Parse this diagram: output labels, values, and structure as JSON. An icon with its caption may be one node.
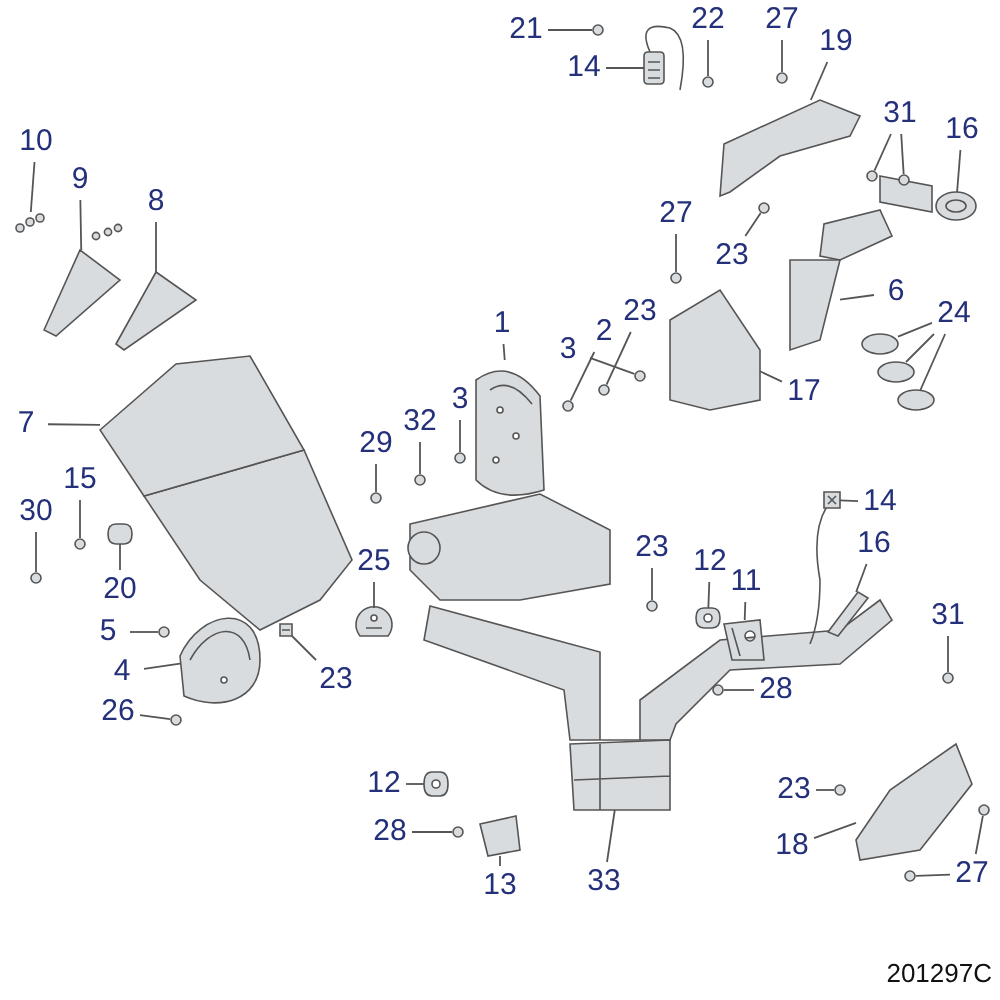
{
  "diagram": {
    "nodes": [
      {
        "text": [
          "21"
        ]
      },
      {
        "text": [
          "22"
        ]
      },
      {
        "text": [
          "27"
        ]
      },
      {
        "text": [
          "19"
        ]
      },
      {
        "text": [
          "14"
        ]
      },
      {
        "text": [
          "10"
        ]
      },
      {
        "text": [
          "31"
        ]
      },
      {
        "text": [
          "16"
        ]
      },
      {
        "text": [
          "9"
        ]
      },
      {
        "text": [
          "8"
        ]
      },
      {
        "text": [
          "27"
        ]
      },
      {
        "text": [
          "23"
        ]
      },
      {
        "text": [
          "6"
        ]
      },
      {
        "text": [
          "24"
        ]
      },
      {
        "text": [
          "1"
        ]
      },
      {
        "text": [
          "2"
        ]
      },
      {
        "text": [
          "23"
        ]
      },
      {
        "text": [
          "3"
        ]
      },
      {
        "text": [
          "3"
        ]
      },
      {
        "text": [
          "17"
        ]
      },
      {
        "text": [
          "32"
        ]
      },
      {
        "text": [
          "7"
        ]
      },
      {
        "text": [
          "29"
        ]
      },
      {
        "text": [
          "15"
        ]
      },
      {
        "text": [
          "14"
        ]
      },
      {
        "text": [
          "30"
        ]
      },
      {
        "text": [
          "23"
        ]
      },
      {
        "text": [
          "12"
        ]
      },
      {
        "text": [
          "11"
        ]
      },
      {
        "text": [
          "16"
        ]
      },
      {
        "text": [
          "25"
        ]
      },
      {
        "text": [
          "20"
        ]
      },
      {
        "text": [
          "31"
        ]
      },
      {
        "text": [
          "5"
        ]
      },
      {
        "text": [
          "4"
        ]
      },
      {
        "text": [
          "23"
        ]
      },
      {
        "text": [
          "28"
        ]
      },
      {
        "text": [
          "26"
        ]
      },
      {
        "text": [
          "12"
        ]
      },
      {
        "text": [
          "23"
        ]
      },
      {
        "text": [
          "28"
        ]
      },
      {
        "text": [
          "18"
        ]
      },
      {
        "text": [
          "27"
        ]
      },
      {
        "text": [
          "13"
        ]
      },
      {
        "text": [
          "33"
        ]
      },
      {
        "text": [],
        "shape": "circle"
      },
      {
        "text": [],
        "shape": "circle"
      },
      {
        "text": [],
        "shape": "circle"
      },
      {
        "text": [],
        "shape": "picture"
      },
      {
        "text": [],
        "shape": "picture"
      },
      {
        "text": [],
        "shape": "picture"
      },
      {
        "text": [],
        "shape": "circle"
      },
      {
        "text": [],
        "shape": "circle"
      },
      {
        "text": [],
        "shape": "picture"
      },
      {
        "text": [],
        "shape": "picture"
      },
      {
        "text": [],
        "shape": "picture"
      },
      {
        "text": [],
        "shape": "circle"
      },
      {
        "text": [],
        "shape": "circle"
      },
      {
        "text": [],
        "shape": "picture"
      },
      {
        "text": [],
        "shape": "picture"
      },
      {
        "text": [],
        "shape": "picture"
      },
      {
        "text": [],
        "shape": "picture"
      },
      {
        "text": [],
        "shape": "picture"
      },
      {
        "text": [],
        "shape": "circle"
      },
      {
        "text": [],
        "shape": "circle"
      },
      {
        "text": [],
        "shape": "circle"
      },
      {
        "text": [],
        "shape": "circle"
      },
      {
        "text": [],
        "shape": "picture"
      },
      {
        "text": [],
        "shape": "circle"
      },
      {
        "text": [],
        "shape": "picture"
      },
      {
        "text": [],
        "shape": "circle"
      },
      {
        "text": [],
        "shape": "circle"
      },
      {
        "text": [],
        "shape": "picture"
      },
      {
        "text": [],
        "shape": "circle"
      },
      {
        "text": [],
        "shape": "circle"
      },
      {
        "text": [],
        "shape": "picture"
      },
      {
        "text": [],
        "shape": "picture"
      },
      {
        "text": [],
        "shape": "picture"
      },
      {
        "text": [],
        "shape": "picture"
      },
      {
        "text": [],
        "shape": "picture"
      },
      {
        "text": [],
        "shape": "circle"
      },
      {
        "text": [],
        "shape": "circle"
      },
      {
        "text": [],
        "shape": "picture"
      },
      {
        "text": [],
        "shape": "picture"
      },
      {
        "text": [],
        "shape": "circle"
      },
      {
        "text": [],
        "shape": "circle"
      },
      {
        "text": [],
        "shape": "picture"
      },
      {
        "text": [],
        "shape": "circle"
      },
      {
        "text": [],
        "shape": "circle"
      },
      {
        "text": [],
        "shape": "picture"
      },
      {
        "text": [],
        "shape": "circle"
      },
      {
        "text": [],
        "shape": "circle"
      },
      {
        "text": [],
        "shape": "picture"
      },
      {
        "text": [],
        "shape": "picture"
      }
    ],
    "edges": [
      {
        "from": 0,
        "to": 45,
        "arrow": "none"
      },
      {
        "from": 1,
        "to": 46,
        "arrow": "none"
      },
      {
        "from": 2,
        "to": 47,
        "arrow": "none"
      },
      {
        "from": 3,
        "to": 48,
        "arrow": "none"
      },
      {
        "from": 4,
        "to": 49,
        "arrow": "none"
      },
      {
        "from": 5,
        "to": 50,
        "arrow": "none"
      },
      {
        "from": 6,
        "to": 51,
        "arrow": "none"
      },
      {
        "from": 6,
        "to": 52,
        "arrow": "none"
      },
      {
        "from": 7,
        "to": 53,
        "arrow": "none"
      },
      {
        "from": 8,
        "to": 54,
        "arrow": "none"
      },
      {
        "from": 9,
        "to": 55,
        "arrow": "none"
      },
      {
        "from": 10,
        "to": 56,
        "arrow": "none"
      },
      {
        "from": 11,
        "to": 57,
        "arrow": "none"
      },
      {
        "from": 12,
        "to": 58,
        "arrow": "none"
      },
      {
        "from": 13,
        "to": 59,
        "arrow": "none"
      },
      {
        "from": 13,
        "to": 60,
        "arrow": "none"
      },
      {
        "from": 13,
        "to": 61,
        "arrow": "none"
      },
      {
        "from": 14,
        "to": 62,
        "arrow": "none"
      },
      {
        "from": 15,
        "to": 63,
        "arrow": "none"
      },
      {
        "from": 16,
        "to": 64,
        "arrow": "none"
      },
      {
        "from": 17,
        "to": 65,
        "arrow": "none"
      },
      {
        "from": 18,
        "to": 66,
        "arrow": "none"
      },
      {
        "from": 19,
        "to": 67,
        "arrow": "none"
      },
      {
        "from": 20,
        "to": 68,
        "arrow": "none"
      },
      {
        "from": 21,
        "to": 69,
        "arrow": "none"
      },
      {
        "from": 22,
        "to": 70,
        "arrow": "none"
      },
      {
        "from": 23,
        "to": 71,
        "arrow": "none"
      },
      {
        "from": 24,
        "to": 72,
        "arrow": "none"
      },
      {
        "from": 25,
        "to": 73,
        "arrow": "none"
      },
      {
        "from": 26,
        "to": 74,
        "arrow": "none"
      },
      {
        "from": 27,
        "to": 75,
        "arrow": "none"
      },
      {
        "from": 28,
        "to": 76,
        "arrow": "none"
      },
      {
        "from": 29,
        "to": 77,
        "arrow": "none"
      },
      {
        "from": 30,
        "to": 78,
        "arrow": "none"
      },
      {
        "from": 31,
        "to": 79,
        "arrow": "none"
      },
      {
        "from": 32,
        "to": 80,
        "arrow": "none"
      },
      {
        "from": 33,
        "to": 81,
        "arrow": "none"
      },
      {
        "from": 34,
        "to": 82,
        "arrow": "none"
      },
      {
        "from": 35,
        "to": 83,
        "arrow": "none"
      },
      {
        "from": 36,
        "to": 84,
        "arrow": "none"
      },
      {
        "from": 37,
        "to": 85,
        "arrow": "none"
      },
      {
        "from": 38,
        "to": 86,
        "arrow": "none"
      },
      {
        "from": 39,
        "to": 87,
        "arrow": "none"
      },
      {
        "from": 40,
        "to": 88,
        "arrow": "none"
      },
      {
        "from": 41,
        "to": 89,
        "arrow": "none"
      },
      {
        "from": 42,
        "to": 90,
        "arrow": "none"
      },
      {
        "from": 42,
        "to": 91,
        "arrow": "none"
      },
      {
        "from": 43,
        "to": 92,
        "arrow": "none"
      },
      {
        "from": 44,
        "to": 93,
        "arrow": "none"
      }
    ],
    "labels": [
      "201297C"
    ]
  }
}
